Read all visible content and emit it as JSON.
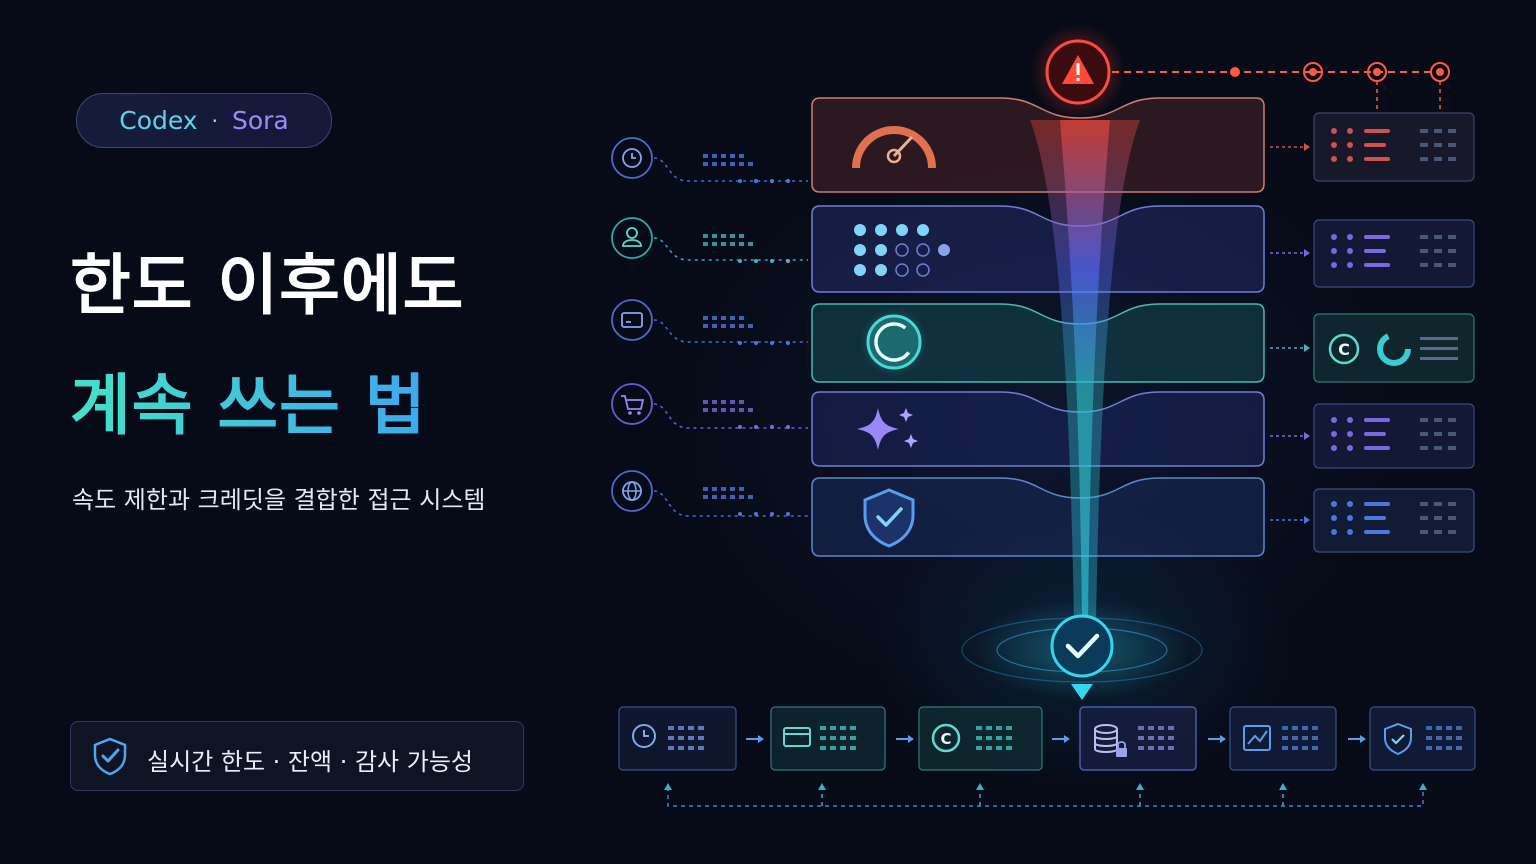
{
  "badge": {
    "left": "Codex",
    "separator": "·",
    "right": "Sora"
  },
  "headline": {
    "line1": "한도 이후에도",
    "line2": "계속 쓰는 법"
  },
  "subtitle": "속도 제한과 크레딧을 결합한 접근 시스템",
  "feature_box": {
    "text": "실시간 한도 · 잔액 · 감사 가능성",
    "icon": "shield-check-icon"
  },
  "diagram": {
    "input_icons": [
      "clock-icon",
      "user-icon",
      "card-icon",
      "cart-icon",
      "globe-icon"
    ],
    "layer_icons": [
      "gauge-icon",
      "dots-grid-icon",
      "credit-coin-icon",
      "sparkle-icon",
      "shield-check-icon"
    ],
    "alert_icon": "warning-icon",
    "result_icon": "check-icon",
    "pipeline_icons": [
      "clock-icon",
      "card-icon",
      "credit-coin-icon",
      "database-lock-icon",
      "chart-icon",
      "shield-check-icon"
    ],
    "colors": {
      "alert": "#ff4a3a",
      "blue": "#3f7cff",
      "teal": "#28c8c8",
      "purple": "#8a6cff",
      "cyan": "#34d6f0"
    }
  }
}
